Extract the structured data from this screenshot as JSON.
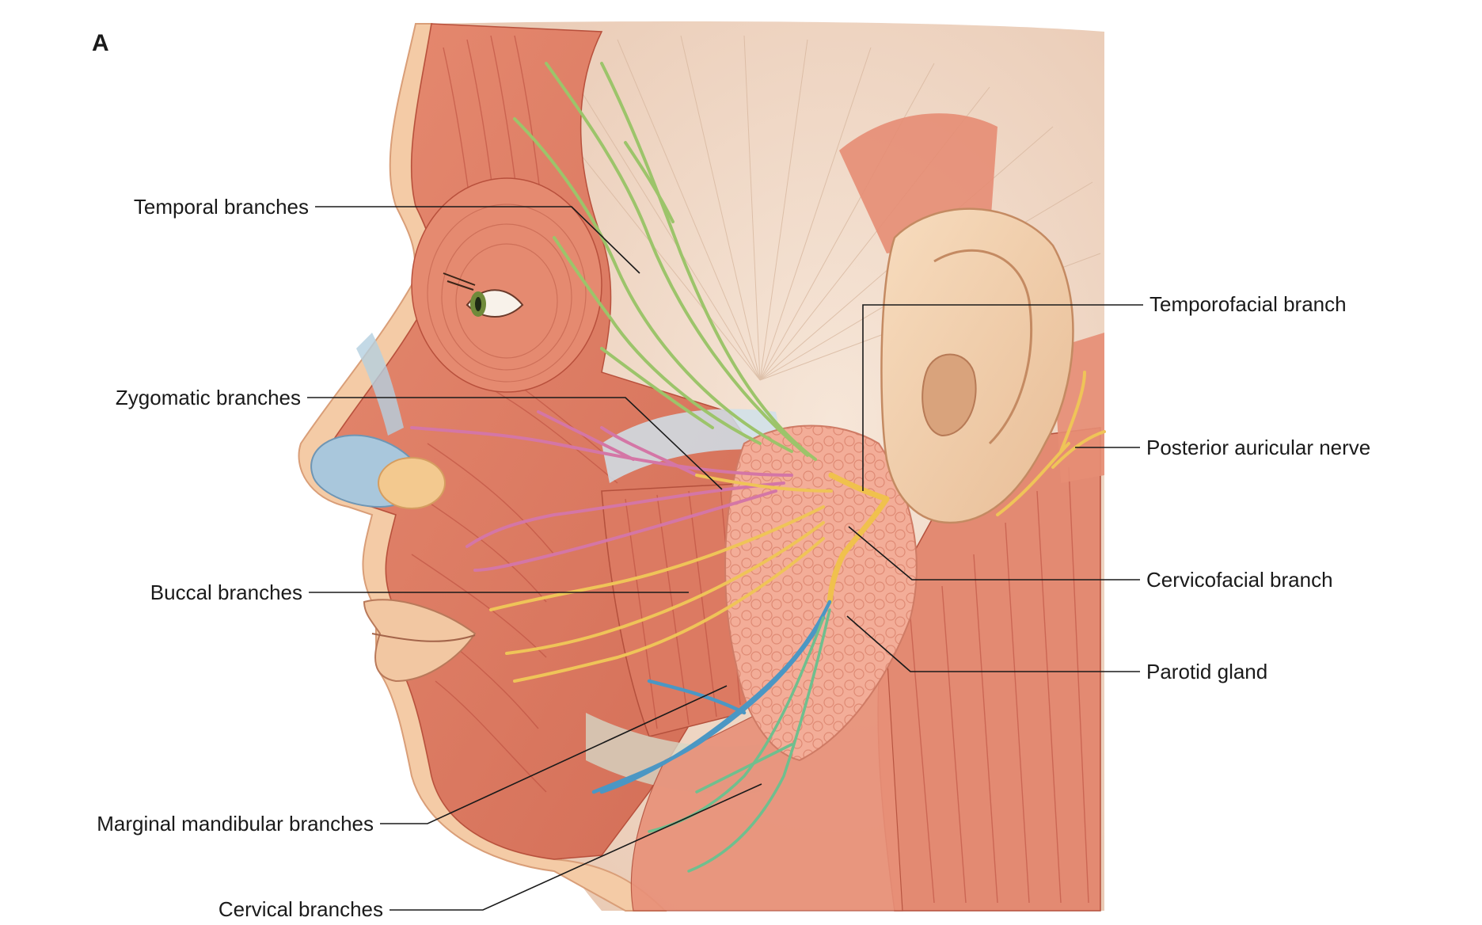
{
  "panel_label": "A",
  "labels": {
    "temporal": "Temporal branches",
    "zygomatic": "Zygomatic branches",
    "buccal": "Buccal branches",
    "marginal": "Marginal mandibular branches",
    "cervical": "Cervical branches",
    "temporofacial": "Temporofacial branch",
    "posterior_auricular": "Posterior auricular nerve",
    "cervicofacial": "Cervicofacial branch",
    "parotid": "Parotid gland"
  },
  "colors": {
    "muscle": "#e0826a",
    "skin": "#f6d4b4",
    "background_tissue": "#efd6c4",
    "temporal_nerve": "#9cc46a",
    "zygomatic_nerve": "#d476a6",
    "buccal_nerve": "#efc458",
    "marginal_nerve": "#4b97c4",
    "cervical_nerve": "#6fbf8e",
    "parotid": "#f2a893",
    "cartilage": "#9cc0d8"
  }
}
